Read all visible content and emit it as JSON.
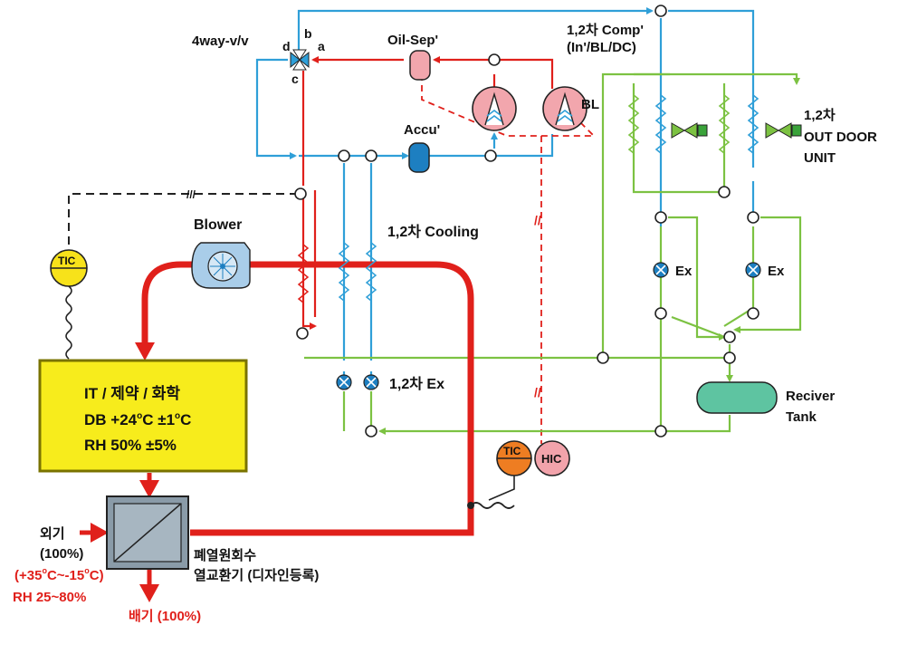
{
  "labels": {
    "four_way_valve": "4way-v/v",
    "port_a": "a",
    "port_b": "b",
    "port_c": "c",
    "port_d": "d",
    "oil_sep": "Oil-Sep'",
    "comp_line1": "1,2차 Comp'",
    "comp_line2": "(In'/BL/DC)",
    "bl": "BL",
    "accu": "Accu'",
    "outdoor_line1": "1,2차",
    "outdoor_line2": "OUT DOOR",
    "outdoor_line3": "UNIT",
    "blower": "Blower",
    "cooling": "1,2차 Cooling",
    "ex_left": "Ex",
    "ex_right": "Ex",
    "ex_12": "1,2차 Ex",
    "receiver_line1": "Reciver",
    "receiver_line2": "Tank",
    "tic_top": "TIC",
    "tic_bottom": "TIC",
    "hic": "HIC",
    "room_line1": "IT / 제약 / 화학",
    "room_line2_prefix": "DB +24",
    "room_line2_deg": "o",
    "room_line2_mid": "C ±1",
    "room_line2_deg2": "o",
    "room_line2_suffix": "C",
    "room_line3": "RH 50% ±5%",
    "outside_air_line1": "외기",
    "outside_air_line2": "(100%)",
    "outside_temp_a": "(+35",
    "outside_temp_deg1": "o",
    "outside_temp_b": "C~-15",
    "outside_temp_deg2": "o",
    "outside_temp_c": "C)",
    "outside_rh": "RH 25~80%",
    "exhaust": "배기 (100%)",
    "hrv_line1": "폐열원회수",
    "hrv_line2": "열교환기 (디자인등록)"
  },
  "colors": {
    "refrigerant_hot": "#e0201b",
    "refrigerant_suction": "#2f9fd8",
    "refrigerant_liquid": "#7cc242",
    "room_box_fill": "#f7ec1c",
    "room_box_border": "#7a7300",
    "tic_yellow": "#f7e21a",
    "tic_orange": "#ee7d22",
    "hic_pink": "#f2a3ab",
    "compressor_pink": "#f2a6ad",
    "oil_sep_pink": "#f2a6ad",
    "accumulator_blue": "#1d7fc1",
    "receiver_green": "#5ec4a1",
    "hrv_gray": "#8a9ba8",
    "blower_blue": "#a9cde9"
  },
  "icons": {
    "four_way_valve": "four-way-valve-icon",
    "compressor": "compressor-icon",
    "expansion_valve": "expansion-valve-icon",
    "solenoid_valve": "solenoid-valve-icon",
    "coil": "heat-exchanger-coil-icon",
    "blower": "blower-fan-icon",
    "receiver": "receiver-tank-icon",
    "heat_recovery": "heat-recovery-exchanger-icon"
  }
}
